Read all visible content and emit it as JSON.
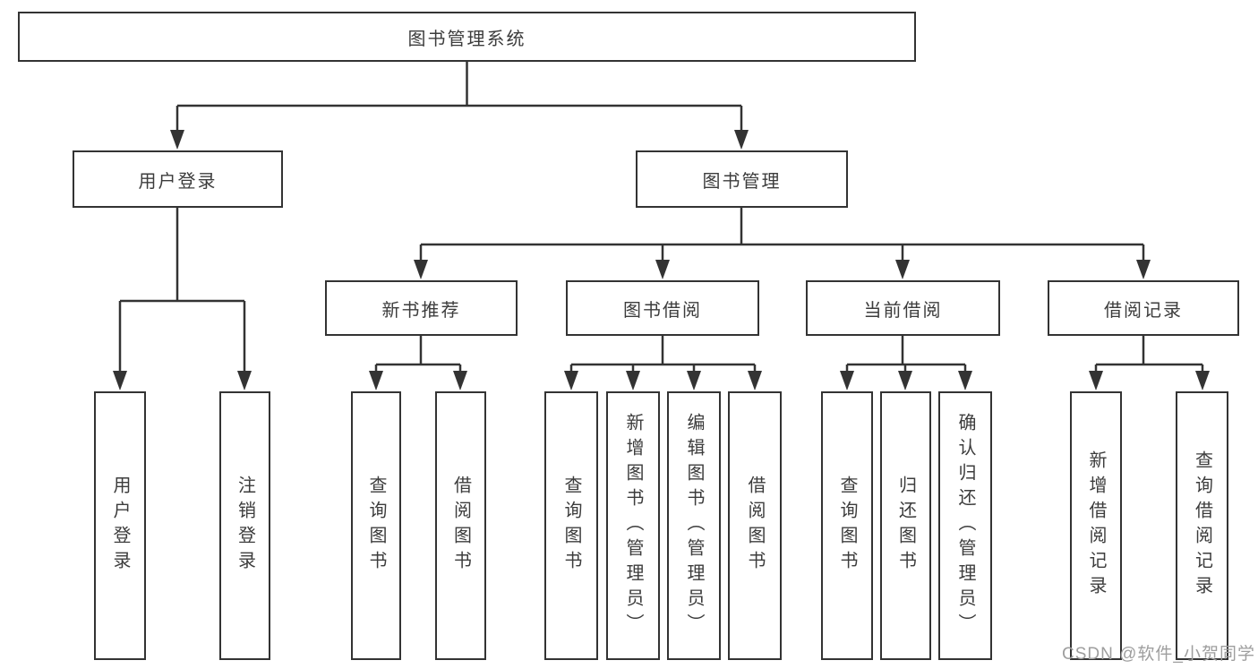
{
  "diagram": {
    "root_label": "图书管理系统",
    "user_login": {
      "label": "用户登录",
      "children": [
        "用户登录",
        "注销登录"
      ]
    },
    "book_mgmt": {
      "label": "图书管理",
      "groups": [
        {
          "label": "新书推荐",
          "children": [
            "查询图书",
            "借阅图书"
          ]
        },
        {
          "label": "图书借阅",
          "children": [
            "查询图书",
            "新增图书（管理员）",
            "编辑图书（管理员）",
            "借阅图书"
          ]
        },
        {
          "label": "当前借阅",
          "children": [
            "查询图书",
            "归还图书",
            "确认归还（管理员）"
          ]
        },
        {
          "label": "借阅记录",
          "children": [
            "新增借阅记录",
            "查询借阅记录"
          ]
        }
      ]
    }
  },
  "watermark": {
    "text": "CSDN @软件_小贺同学"
  },
  "colors": {
    "line": "#333333",
    "text": "#3c3c3c",
    "watermark": "#9e9e9e",
    "background": "#ffffff"
  }
}
